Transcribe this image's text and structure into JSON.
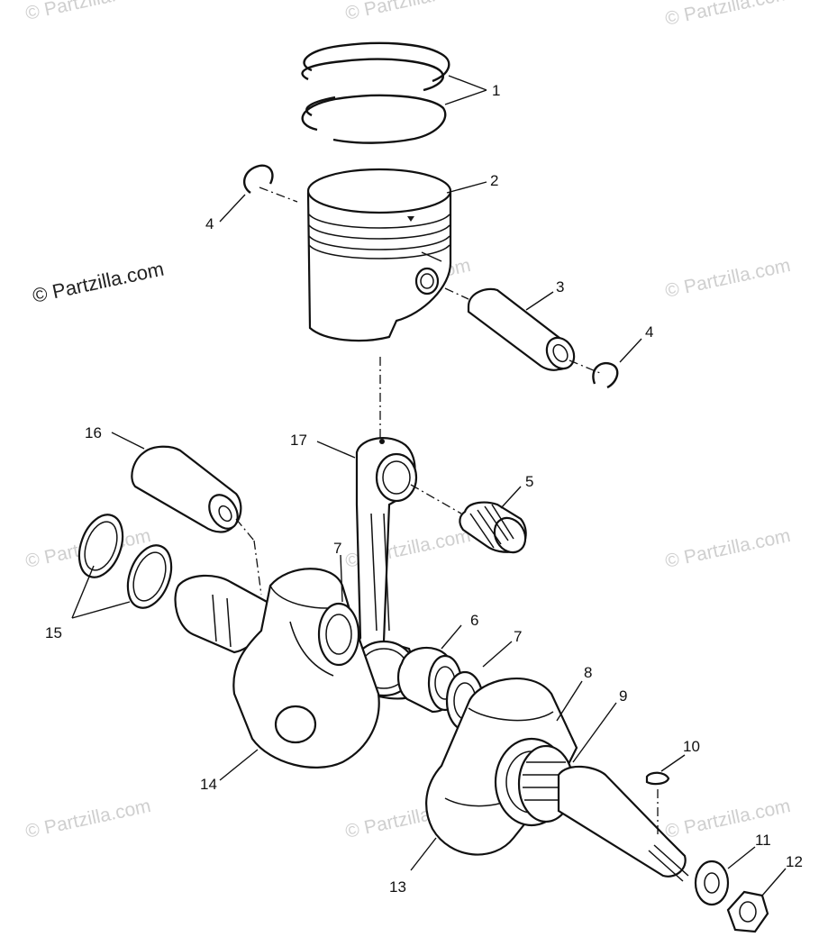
{
  "watermark": {
    "text": "© Partzilla.com",
    "prominent_text": "© Partzilla.com"
  },
  "callouts": [
    {
      "id": "c1",
      "label": "1"
    },
    {
      "id": "c2",
      "label": "2"
    },
    {
      "id": "c3",
      "label": "3"
    },
    {
      "id": "c4a",
      "label": "4"
    },
    {
      "id": "c4b",
      "label": "4"
    },
    {
      "id": "c5",
      "label": "5"
    },
    {
      "id": "c6",
      "label": "6"
    },
    {
      "id": "c7a",
      "label": "7"
    },
    {
      "id": "c7b",
      "label": "7"
    },
    {
      "id": "c8",
      "label": "8"
    },
    {
      "id": "c9",
      "label": "9"
    },
    {
      "id": "c10",
      "label": "10"
    },
    {
      "id": "c11",
      "label": "11"
    },
    {
      "id": "c12",
      "label": "12"
    },
    {
      "id": "c13",
      "label": "13"
    },
    {
      "id": "c14",
      "label": "14"
    },
    {
      "id": "c15",
      "label": "15"
    },
    {
      "id": "c16",
      "label": "16"
    },
    {
      "id": "c17",
      "label": "17"
    }
  ],
  "colors": {
    "line": "#111111",
    "background": "#ffffff",
    "watermark": "#cfcfcf"
  }
}
